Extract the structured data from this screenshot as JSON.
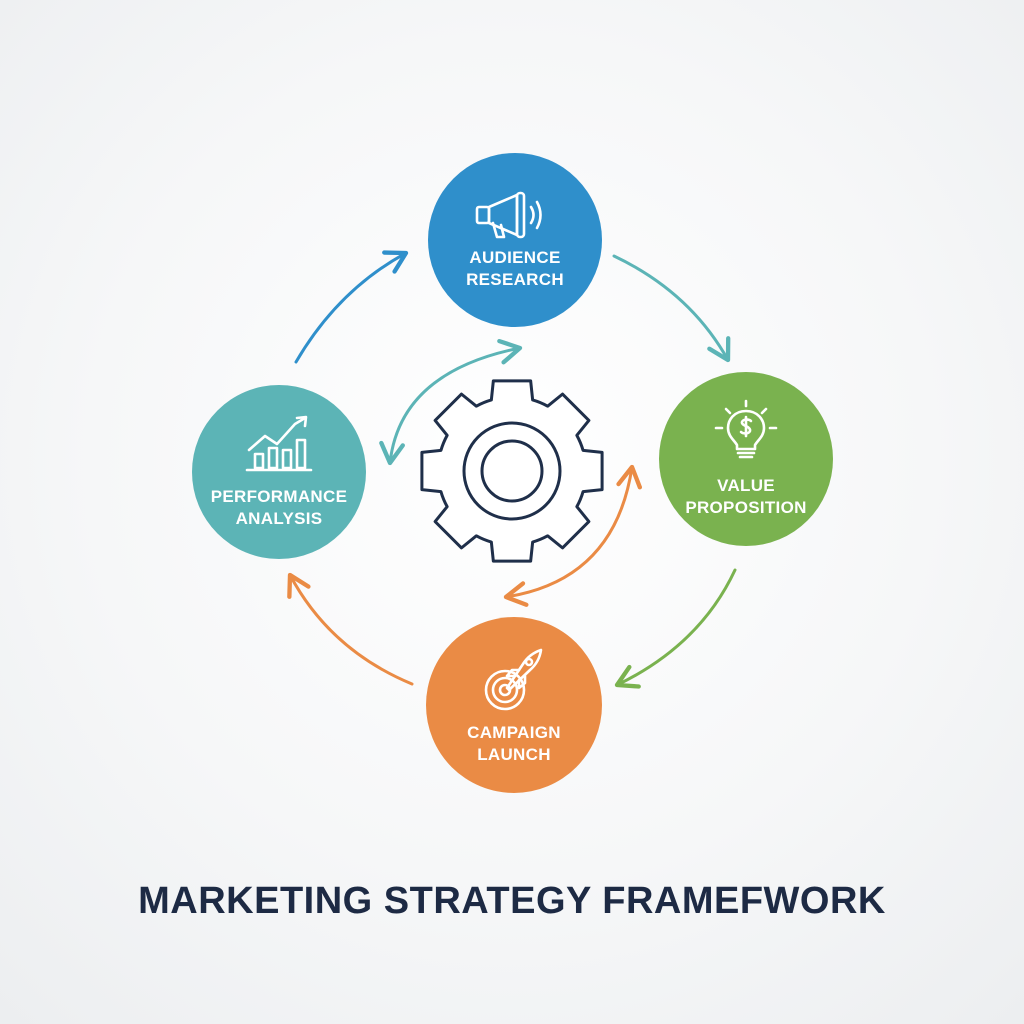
{
  "title": "MARKETING STRATEGY FRAMEFWORK",
  "colors": {
    "audience": "#2f8fcb",
    "value": "#7ab24f",
    "campaign": "#ea8b45",
    "performance": "#5cb4b6",
    "gear": "#1f2f4a",
    "title": "#1d2a44"
  },
  "nodes": [
    {
      "id": "audience",
      "label": "AUDIENCE\nRESEARCH",
      "icon": "megaphone-icon"
    },
    {
      "id": "value",
      "label": "VALUE\nPROPOSITION",
      "icon": "lightbulb-dollar-icon"
    },
    {
      "id": "campaign",
      "label": "CAMPAIGN\nLAUNCH",
      "icon": "rocket-target-icon"
    },
    {
      "id": "performance",
      "label": "PERFORMANCE\nANALYSIS",
      "icon": "bar-chart-trend-icon"
    }
  ],
  "center": {
    "icon": "gear-icon"
  }
}
